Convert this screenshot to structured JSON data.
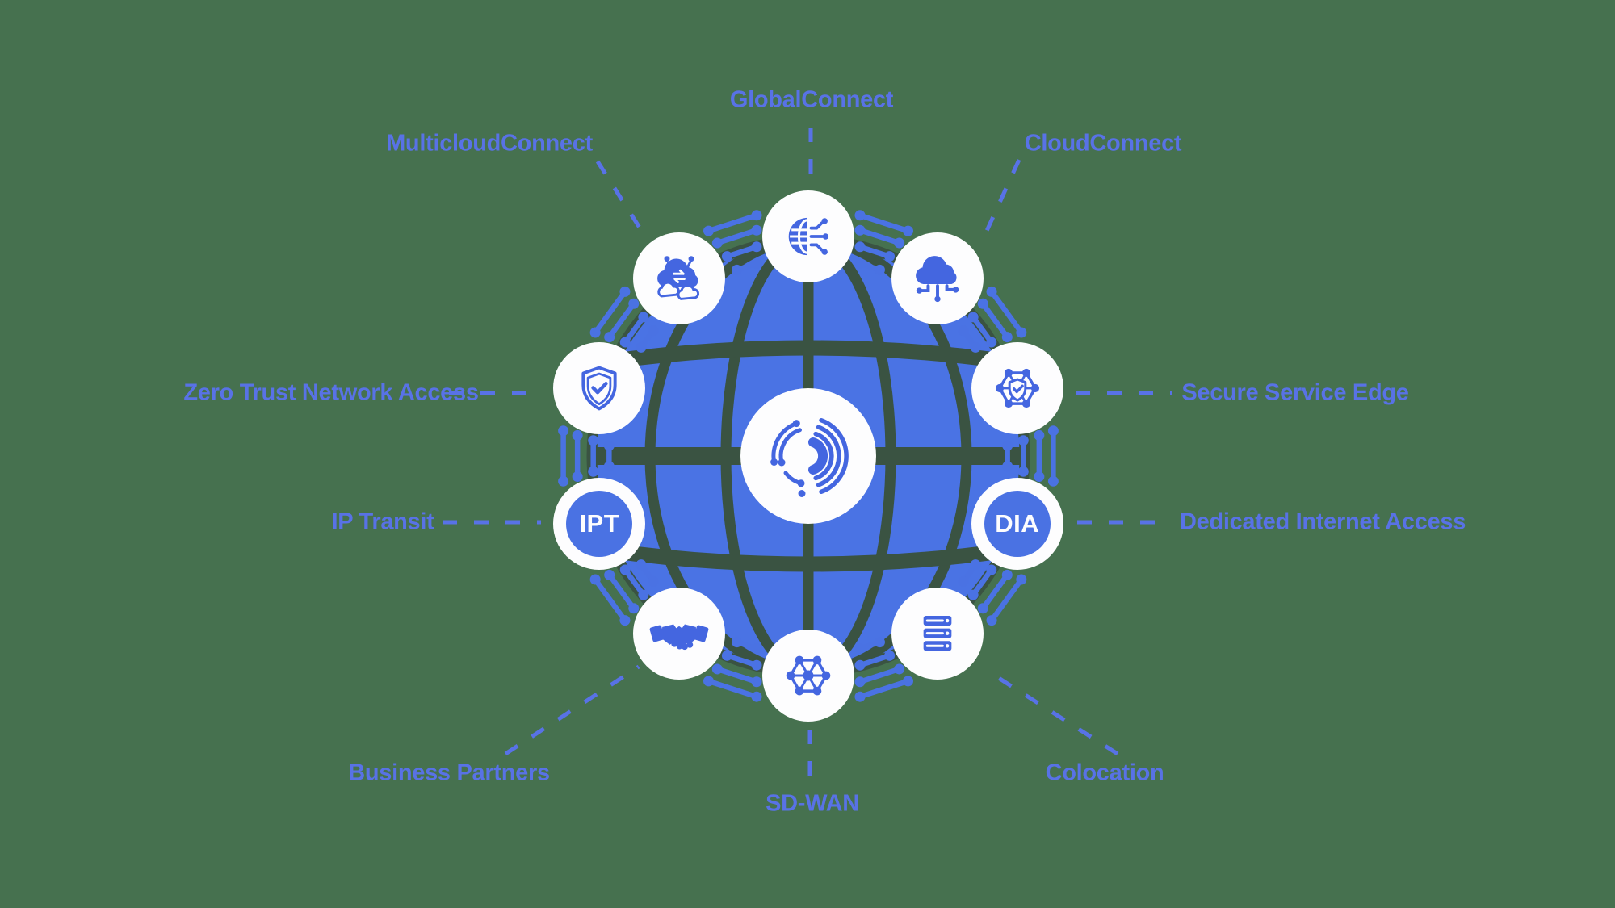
{
  "diagram": {
    "kind": "hub-and-spoke network services diagram",
    "center": {
      "name": "globe-hub"
    },
    "colors": {
      "background": "#46714f",
      "globe_fill": "#4a73e4",
      "grid_dark": "#3a5342",
      "element_blue": "#4a72e3",
      "icon_blue": "#4466e0",
      "label_text": "#5872e6",
      "node_fill": "#fdfdfe"
    },
    "nodes": [
      {
        "id": "globalconnect",
        "label": "GlobalConnect",
        "icon": "globe-circuit"
      },
      {
        "id": "cloudconnect",
        "label": "CloudConnect",
        "icon": "cloud-network"
      },
      {
        "id": "secure-service-edge",
        "label": "Secure Service Edge",
        "icon": "hexagon-shield"
      },
      {
        "id": "dedicated-internet-access",
        "label": "Dedicated Internet Access",
        "icon": "text-badge",
        "badge": "DIA"
      },
      {
        "id": "colocation",
        "label": "Colocation",
        "icon": "server-rack"
      },
      {
        "id": "sd-wan",
        "label": "SD-WAN",
        "icon": "hexagon-network"
      },
      {
        "id": "business-partners",
        "label": "Business Partners",
        "icon": "handshake"
      },
      {
        "id": "ip-transit",
        "label": "IP Transit",
        "icon": "text-badge",
        "badge": "IPT"
      },
      {
        "id": "zero-trust-network-access",
        "label": "Zero Trust Network Access",
        "icon": "shield-check"
      },
      {
        "id": "multicloudconnect",
        "label": "MulticloudConnect",
        "icon": "multicloud-exchange"
      }
    ]
  }
}
